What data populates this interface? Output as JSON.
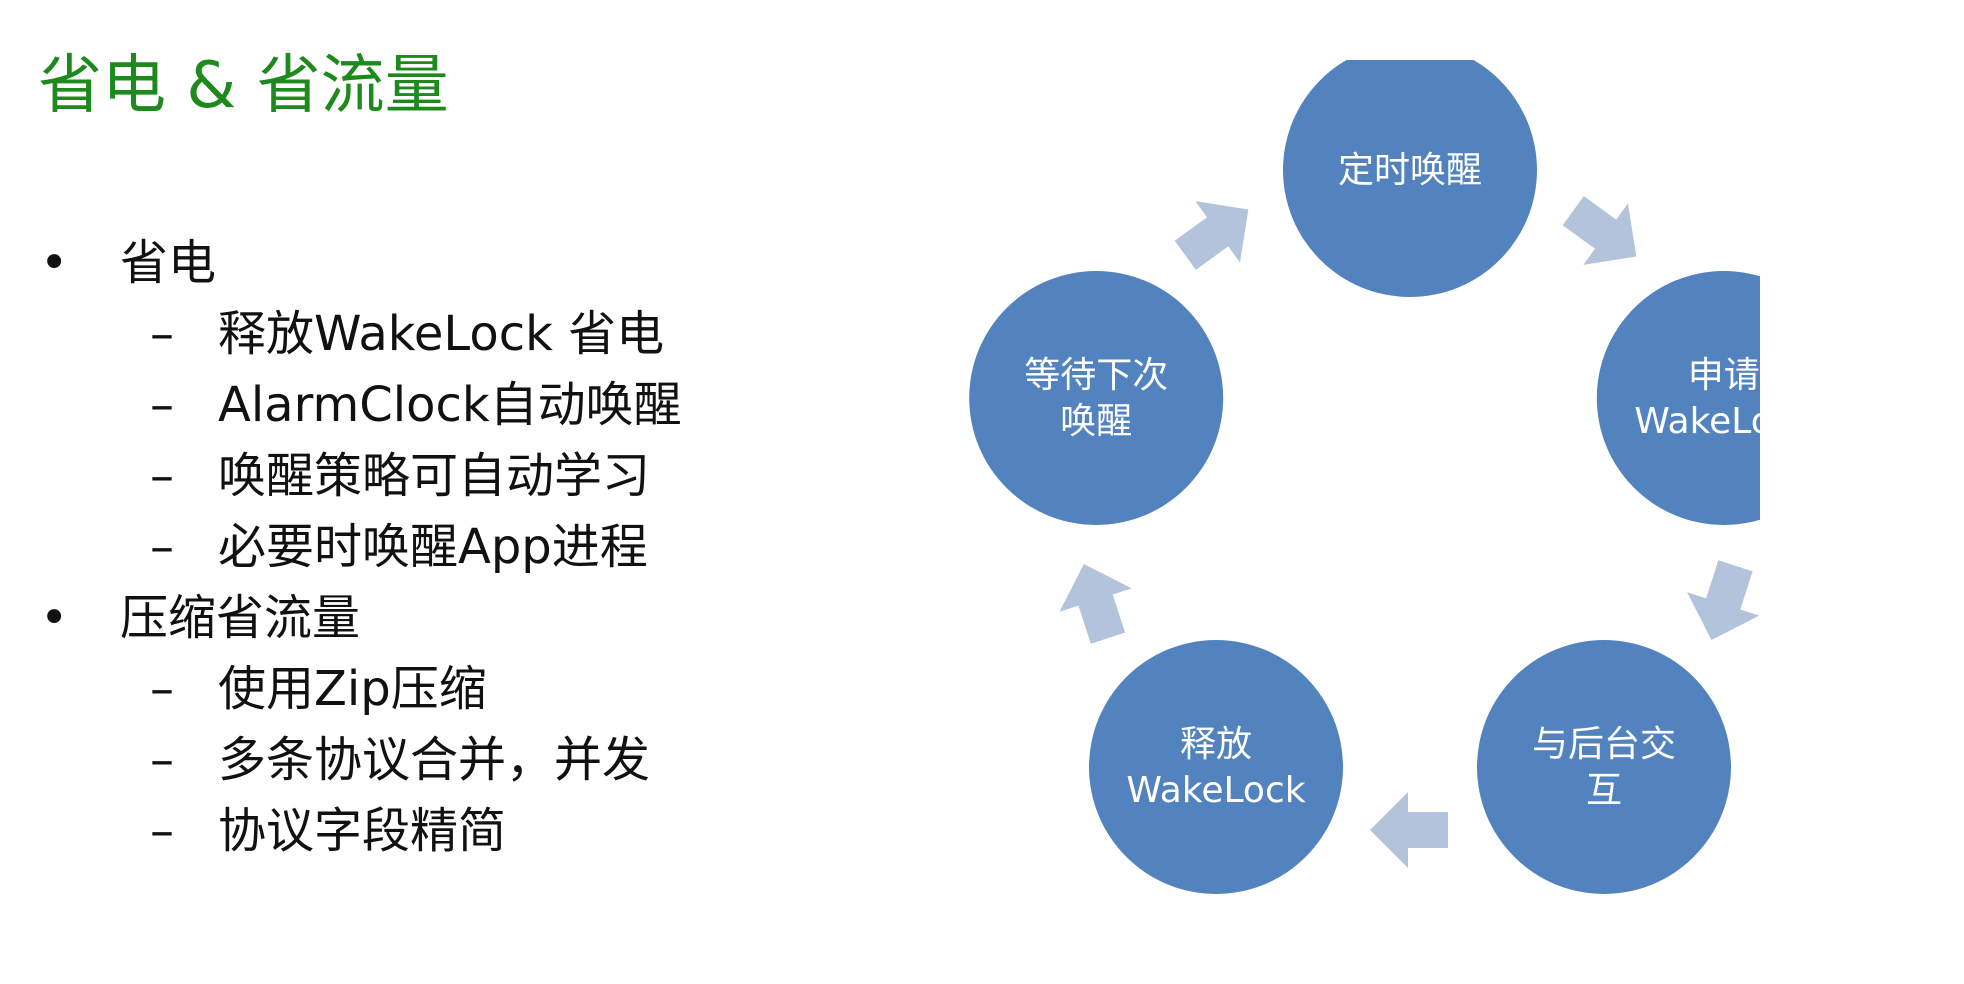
{
  "title": "省电 & 省流量",
  "bullets": [
    {
      "label": "省电",
      "children": [
        "释放WakeLock 省电",
        "AlarmClock自动唤醒",
        "唤醒策略可自动学习",
        "必要时唤醒App进程"
      ]
    },
    {
      "label": "压缩省流量",
      "children": [
        "使用Zip压缩",
        "多条协议合并，并发",
        "协议字段精简"
      ]
    }
  ],
  "markers": {
    "level1": "•",
    "level2": "–"
  },
  "cycle": {
    "nodes": [
      {
        "lines": [
          "定时唤醒"
        ]
      },
      {
        "lines": [
          "申请",
          "WakeLock"
        ]
      },
      {
        "lines": [
          "与后台交",
          "互"
        ]
      },
      {
        "lines": [
          "释放",
          "WakeLock"
        ]
      },
      {
        "lines": [
          "等待下次",
          "唤醒"
        ]
      }
    ],
    "node_color": "#5283bf",
    "arrow_color": "#b4c3dc"
  }
}
